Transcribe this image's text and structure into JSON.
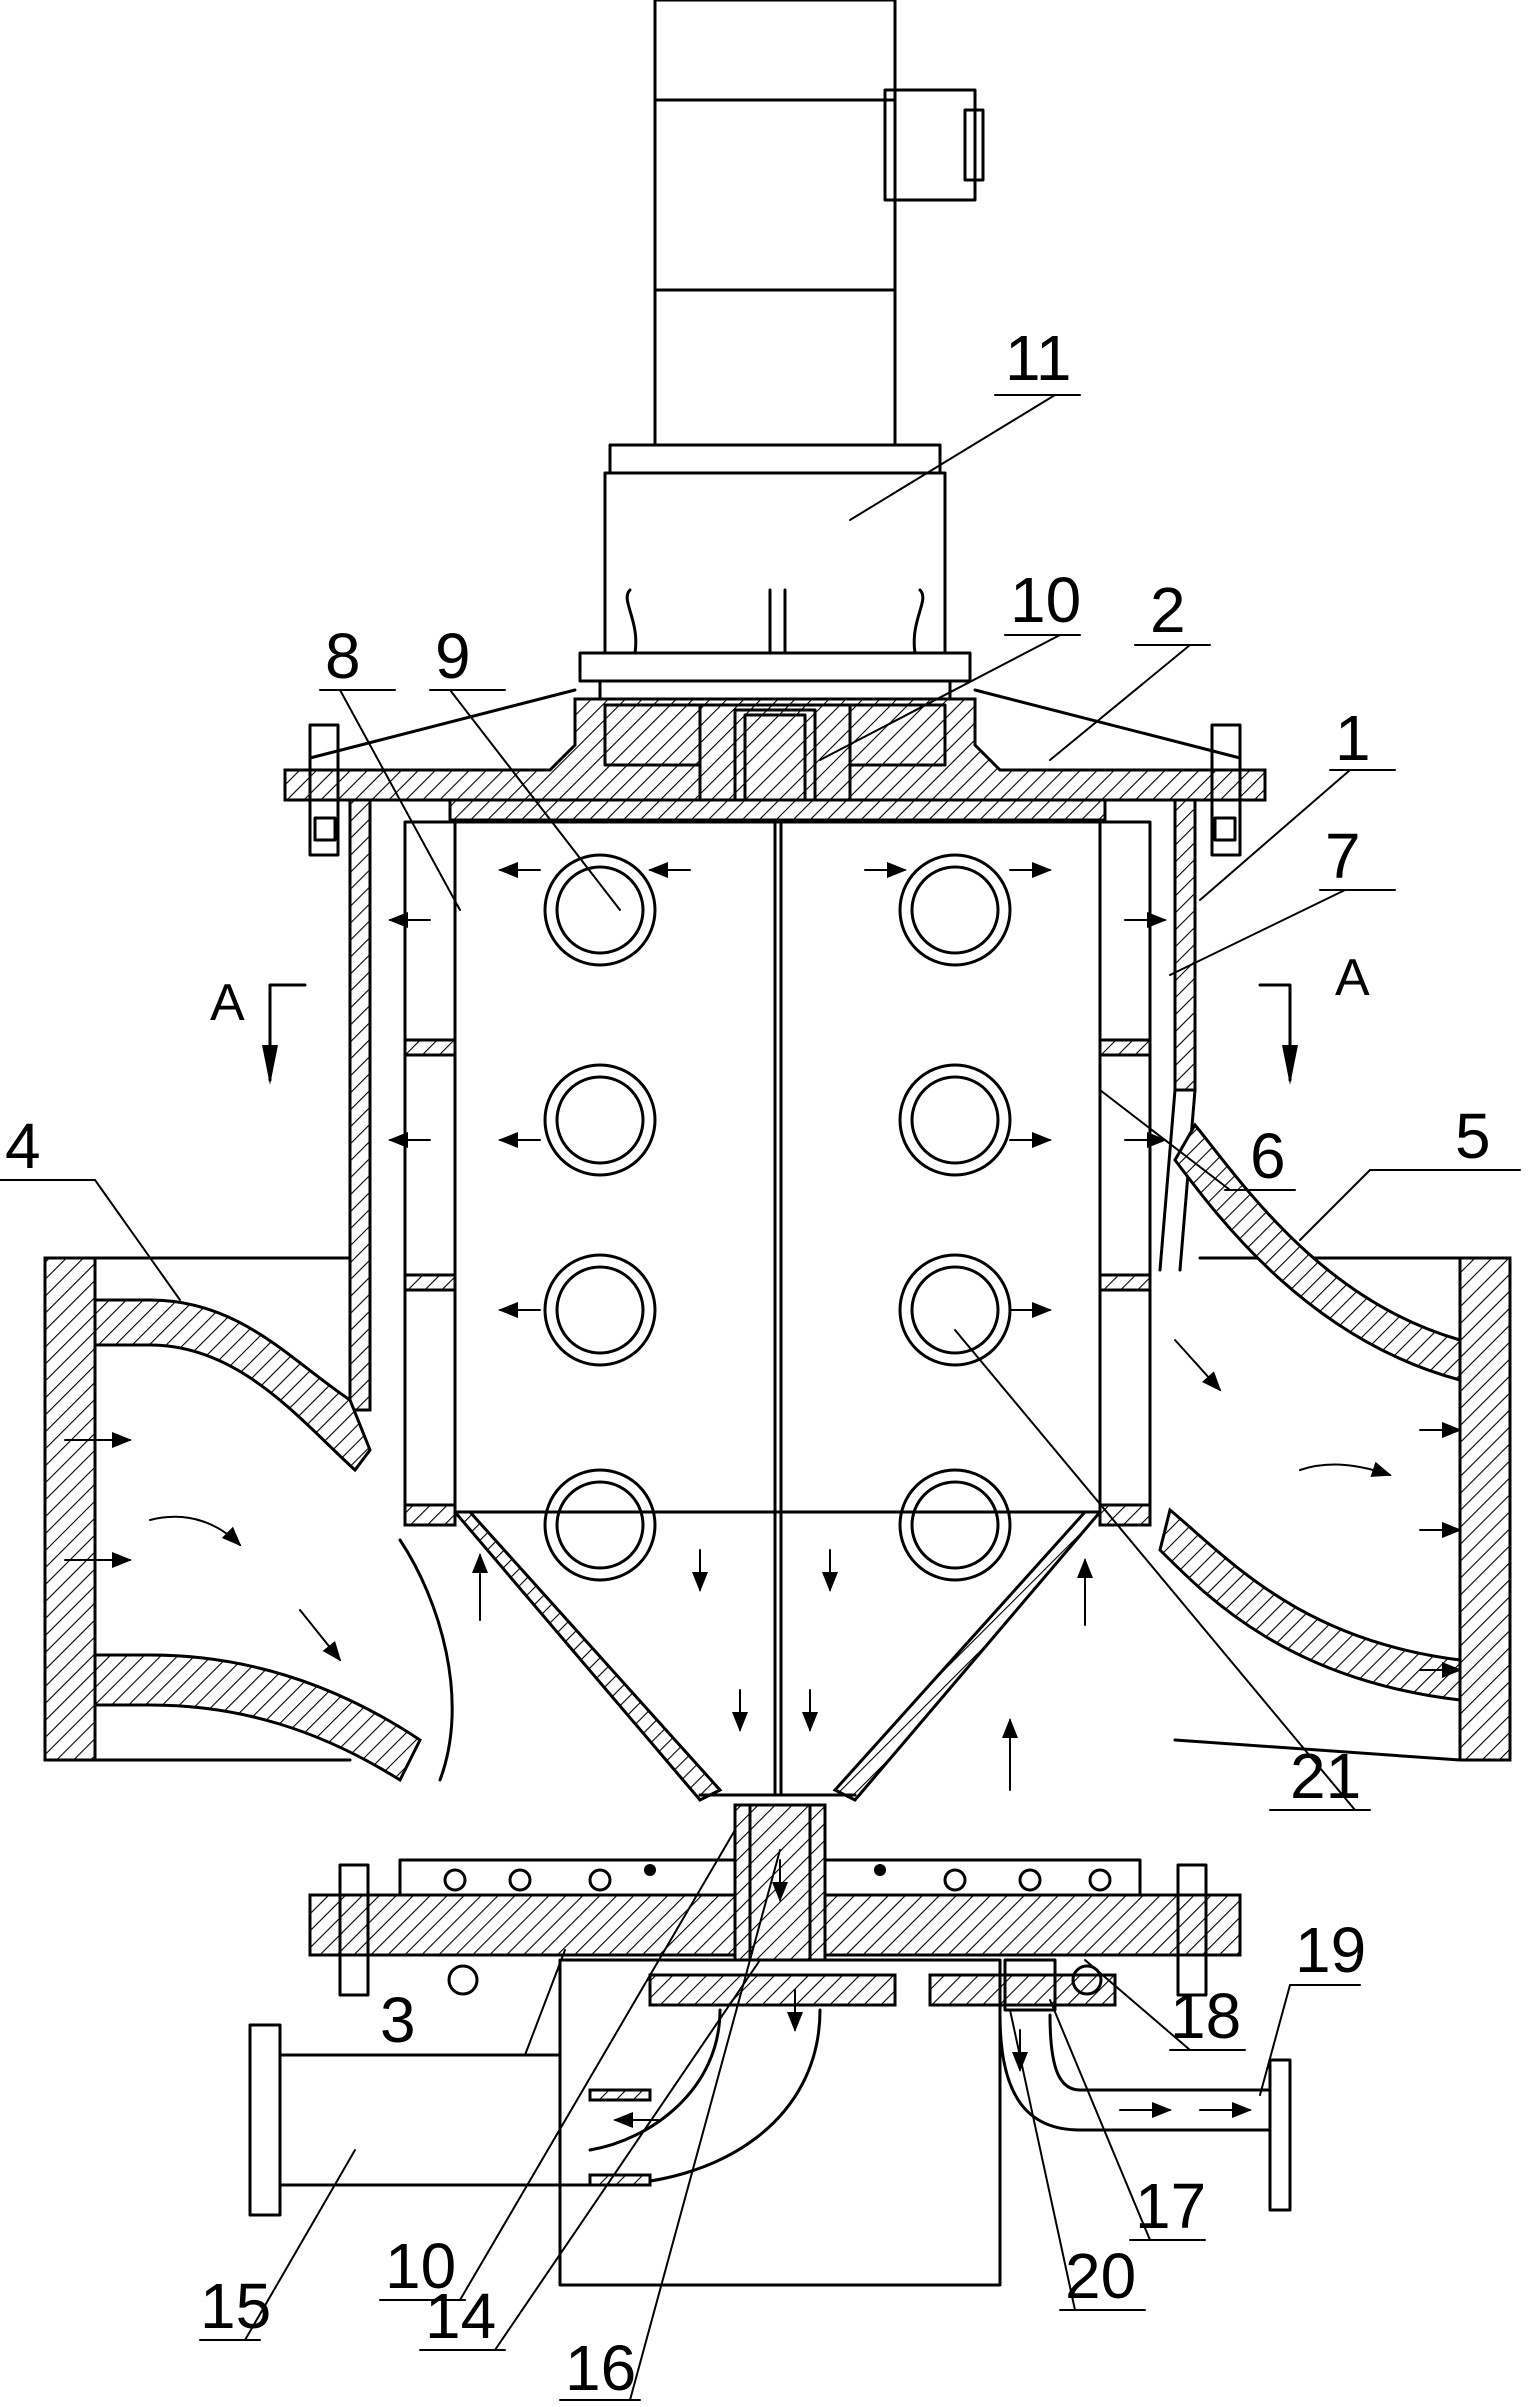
{
  "labels": {
    "l1": "1",
    "l2": "2",
    "l3": "3",
    "l4": "4",
    "l5": "5",
    "l6": "6",
    "l7": "7",
    "l8": "8",
    "l9": "9",
    "l10a": "10",
    "l10b": "10",
    "l11": "11",
    "l14": "14",
    "l15": "15",
    "l16": "16",
    "l17": "17",
    "l18": "18",
    "l19": "19",
    "l20": "20",
    "l21": "21"
  },
  "section": {
    "left": "A",
    "right": "A"
  }
}
